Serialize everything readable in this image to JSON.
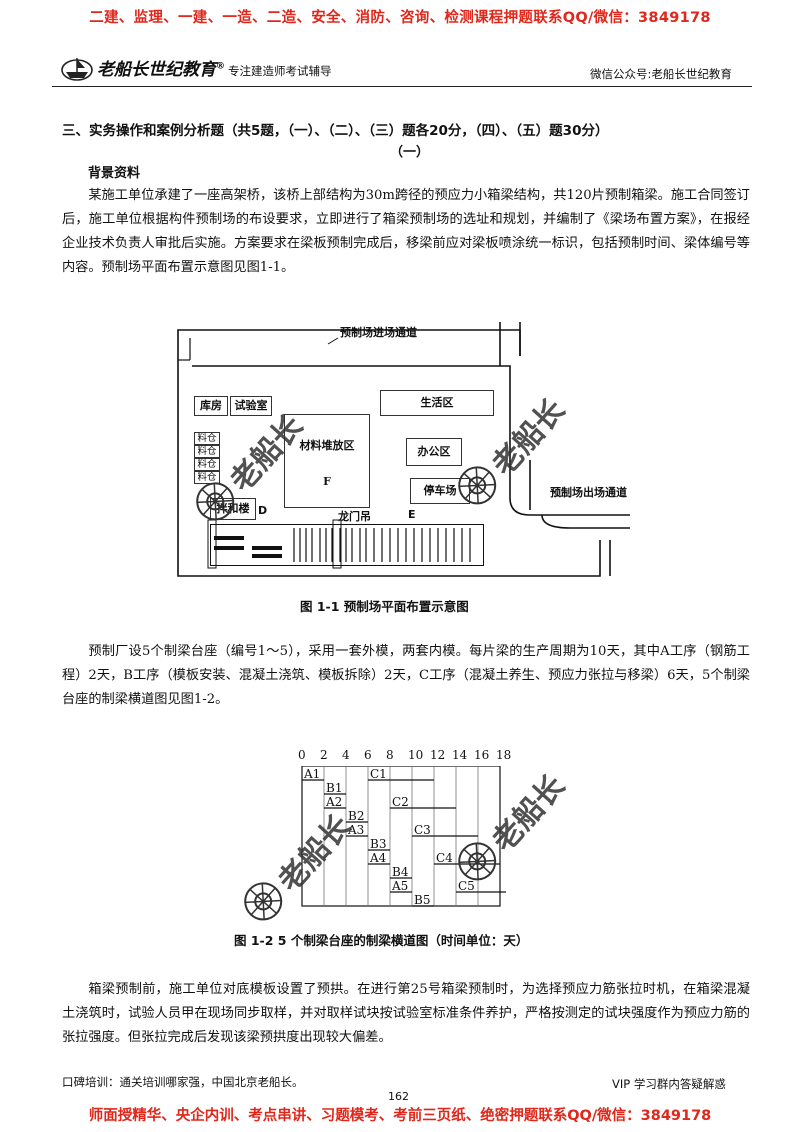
{
  "top_banner": "二建、监理、一建、一造、二造、安全、消防、咨询、检测课程押题联系QQ/微信：3849178",
  "header": {
    "logo_text": "老船长世纪教育",
    "registered": "®",
    "tagline": "专注建造师考试辅导",
    "wechat": "微信公众号:老船长世纪教育"
  },
  "section": {
    "title": "三、实务操作和案例分析题（共5题，（一）、（二）、（三）题各20分，（四）、（五）题30分）",
    "question_no": "（一）",
    "bg_heading": "背景资料",
    "para1": "某施工单位承建了一座高架桥，该桥上部结构为30m跨径的预应力小箱梁结构，共120片预制箱梁。施工合同签订后，施工单位根据构件预制场的布设要求，立即进行了箱梁预制场的选址和规划，并编制了《梁场布置方案》，在报经企业技术负责人审批后实施。方案要求在梁板预制完成后，移梁前应对梁板喷涂统一标识，包括预制时间、梁体编号等内容。预制场平面布置示意图见图1-1。",
    "para2": "预制厂设5个制梁台座（编号1～5），采用一套外模，两套内模。每片梁的生产周期为10天，其中A工序（钢筋工程）2天，B工序（模板安装、混凝土浇筑、模板拆除）2天，C工序（混凝土养生、预应力张拉与移梁）6天，5个制梁台座的制梁横道图见图1-2。",
    "para3": "箱梁预制前，施工单位对底模板设置了预拱。在进行第25号箱梁预制时，为选择预应力筋张拉时机，在箱梁混凝土浇筑时，试验人员甲在现场同步取样，并对取样试块按试验室标准条件养护，严格按测定的试块强度作为预应力筋的张拉强度。但张拉完成后发现该梁预拱度出现较大偏差。"
  },
  "fig1": {
    "entry_road": "预制场进场通道",
    "exit_road": "预制场出场通道",
    "warehouse": "库房",
    "lab": "试验室",
    "living": "生活区",
    "material_yard": "材料堆放区",
    "f_label": "F",
    "office": "办公区",
    "parking": "停车场",
    "silos": [
      "料仓",
      "料仓",
      "料仓",
      "料仓"
    ],
    "mixer": "拌和楼",
    "d_label": "D",
    "crane": "龙门吊",
    "e_label": "E",
    "caption": "图 1-1    预制场平面布置示意图"
  },
  "fig2": {
    "ticks": [
      "0",
      "2",
      "4",
      "6",
      "8",
      "10",
      "12",
      "14",
      "16",
      "18"
    ],
    "tasks": [
      {
        "label": "A1",
        "start": 0,
        "row": 0
      },
      {
        "label": "B1",
        "start": 2,
        "row": 1
      },
      {
        "label": "C1",
        "start": 6,
        "row": 0
      },
      {
        "label": "A2",
        "start": 2,
        "row": 2
      },
      {
        "label": "B2",
        "start": 4,
        "row": 3
      },
      {
        "label": "C2",
        "start": 8,
        "row": 2
      },
      {
        "label": "A3",
        "start": 4,
        "row": 4
      },
      {
        "label": "B3",
        "start": 6,
        "row": 5
      },
      {
        "label": "C3",
        "start": 10,
        "row": 4
      },
      {
        "label": "A4",
        "start": 6,
        "row": 6
      },
      {
        "label": "B4",
        "start": 8,
        "row": 7
      },
      {
        "label": "C4",
        "start": 12,
        "row": 6
      },
      {
        "label": "A5",
        "start": 8,
        "row": 8
      },
      {
        "label": "B5",
        "start": 10,
        "row": 9
      },
      {
        "label": "C5",
        "start": 14,
        "row": 8
      }
    ],
    "caption": "图 1-2   5 个制梁台座的制梁横道图（时间单位：天）"
  },
  "watermark": "老船长",
  "footer": {
    "left": "口碑培训：通关培训哪家强，中国北京老船长。",
    "page": "162",
    "right": "VIP 学习群内答疑解惑",
    "banner": "师面授精华、央企内训、考点串讲、习题模考、考前三页纸、绝密押题联系QQ/微信：3849178"
  }
}
